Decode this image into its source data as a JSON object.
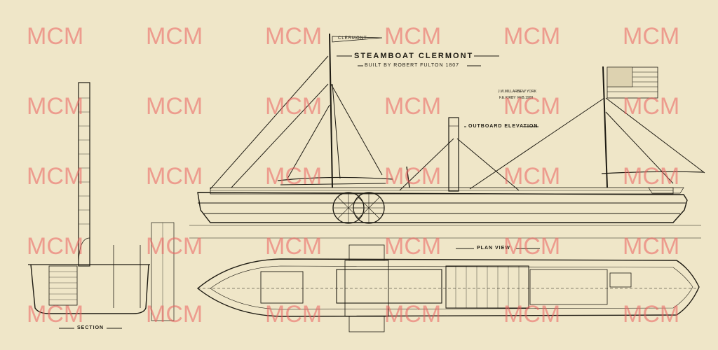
{
  "drawing": {
    "title": "STEAMBOAT  CLERMONT",
    "subtitle": "BUILT BY ROBERT FULTON 1807",
    "pennant": "CLERMONT",
    "credit_left_1": "J.W.MILLARD",
    "credit_left_2": "F.E.KIRBY",
    "credit_right_1": "NEW YORK",
    "credit_right_2": "FEB.1909",
    "outboard_label": "OUTBOARD ELEVATION",
    "plan_label": "PLAN VIEW",
    "section_label": "SECTION"
  },
  "watermark": {
    "text": "MCM",
    "color": "#eb5f5f"
  }
}
